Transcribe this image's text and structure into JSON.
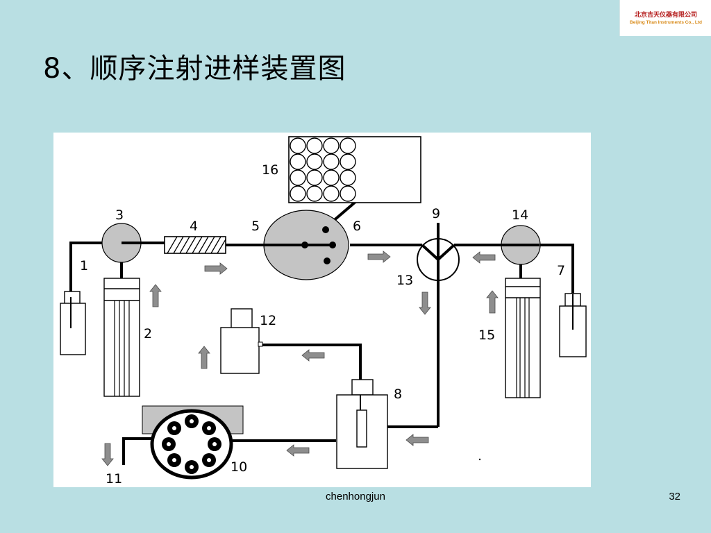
{
  "slide": {
    "title": "8、顺序注射进样装置图",
    "footer_author": "chenhongjun",
    "page_number": "32"
  },
  "logo": {
    "name_cn": "北京吉天仪器有限公司",
    "name_en": "Beijing Titan Instruments Co., Ltd"
  },
  "diagram": {
    "labels": {
      "n1": "1",
      "n2": "2",
      "n3": "3",
      "n4": "4",
      "n5": "5",
      "n6": "6",
      "n7": "7",
      "n8": "8",
      "n9": "9",
      "n10": "10",
      "n11": "11",
      "n12": "12",
      "n13": "13",
      "n14": "14",
      "n15": "15",
      "n16": "16"
    },
    "colors": {
      "line": "#000000",
      "component_fill": "#c4c4c4",
      "arrow_fill": "#8e8e8e",
      "panel_bg": "#ffffff"
    }
  }
}
